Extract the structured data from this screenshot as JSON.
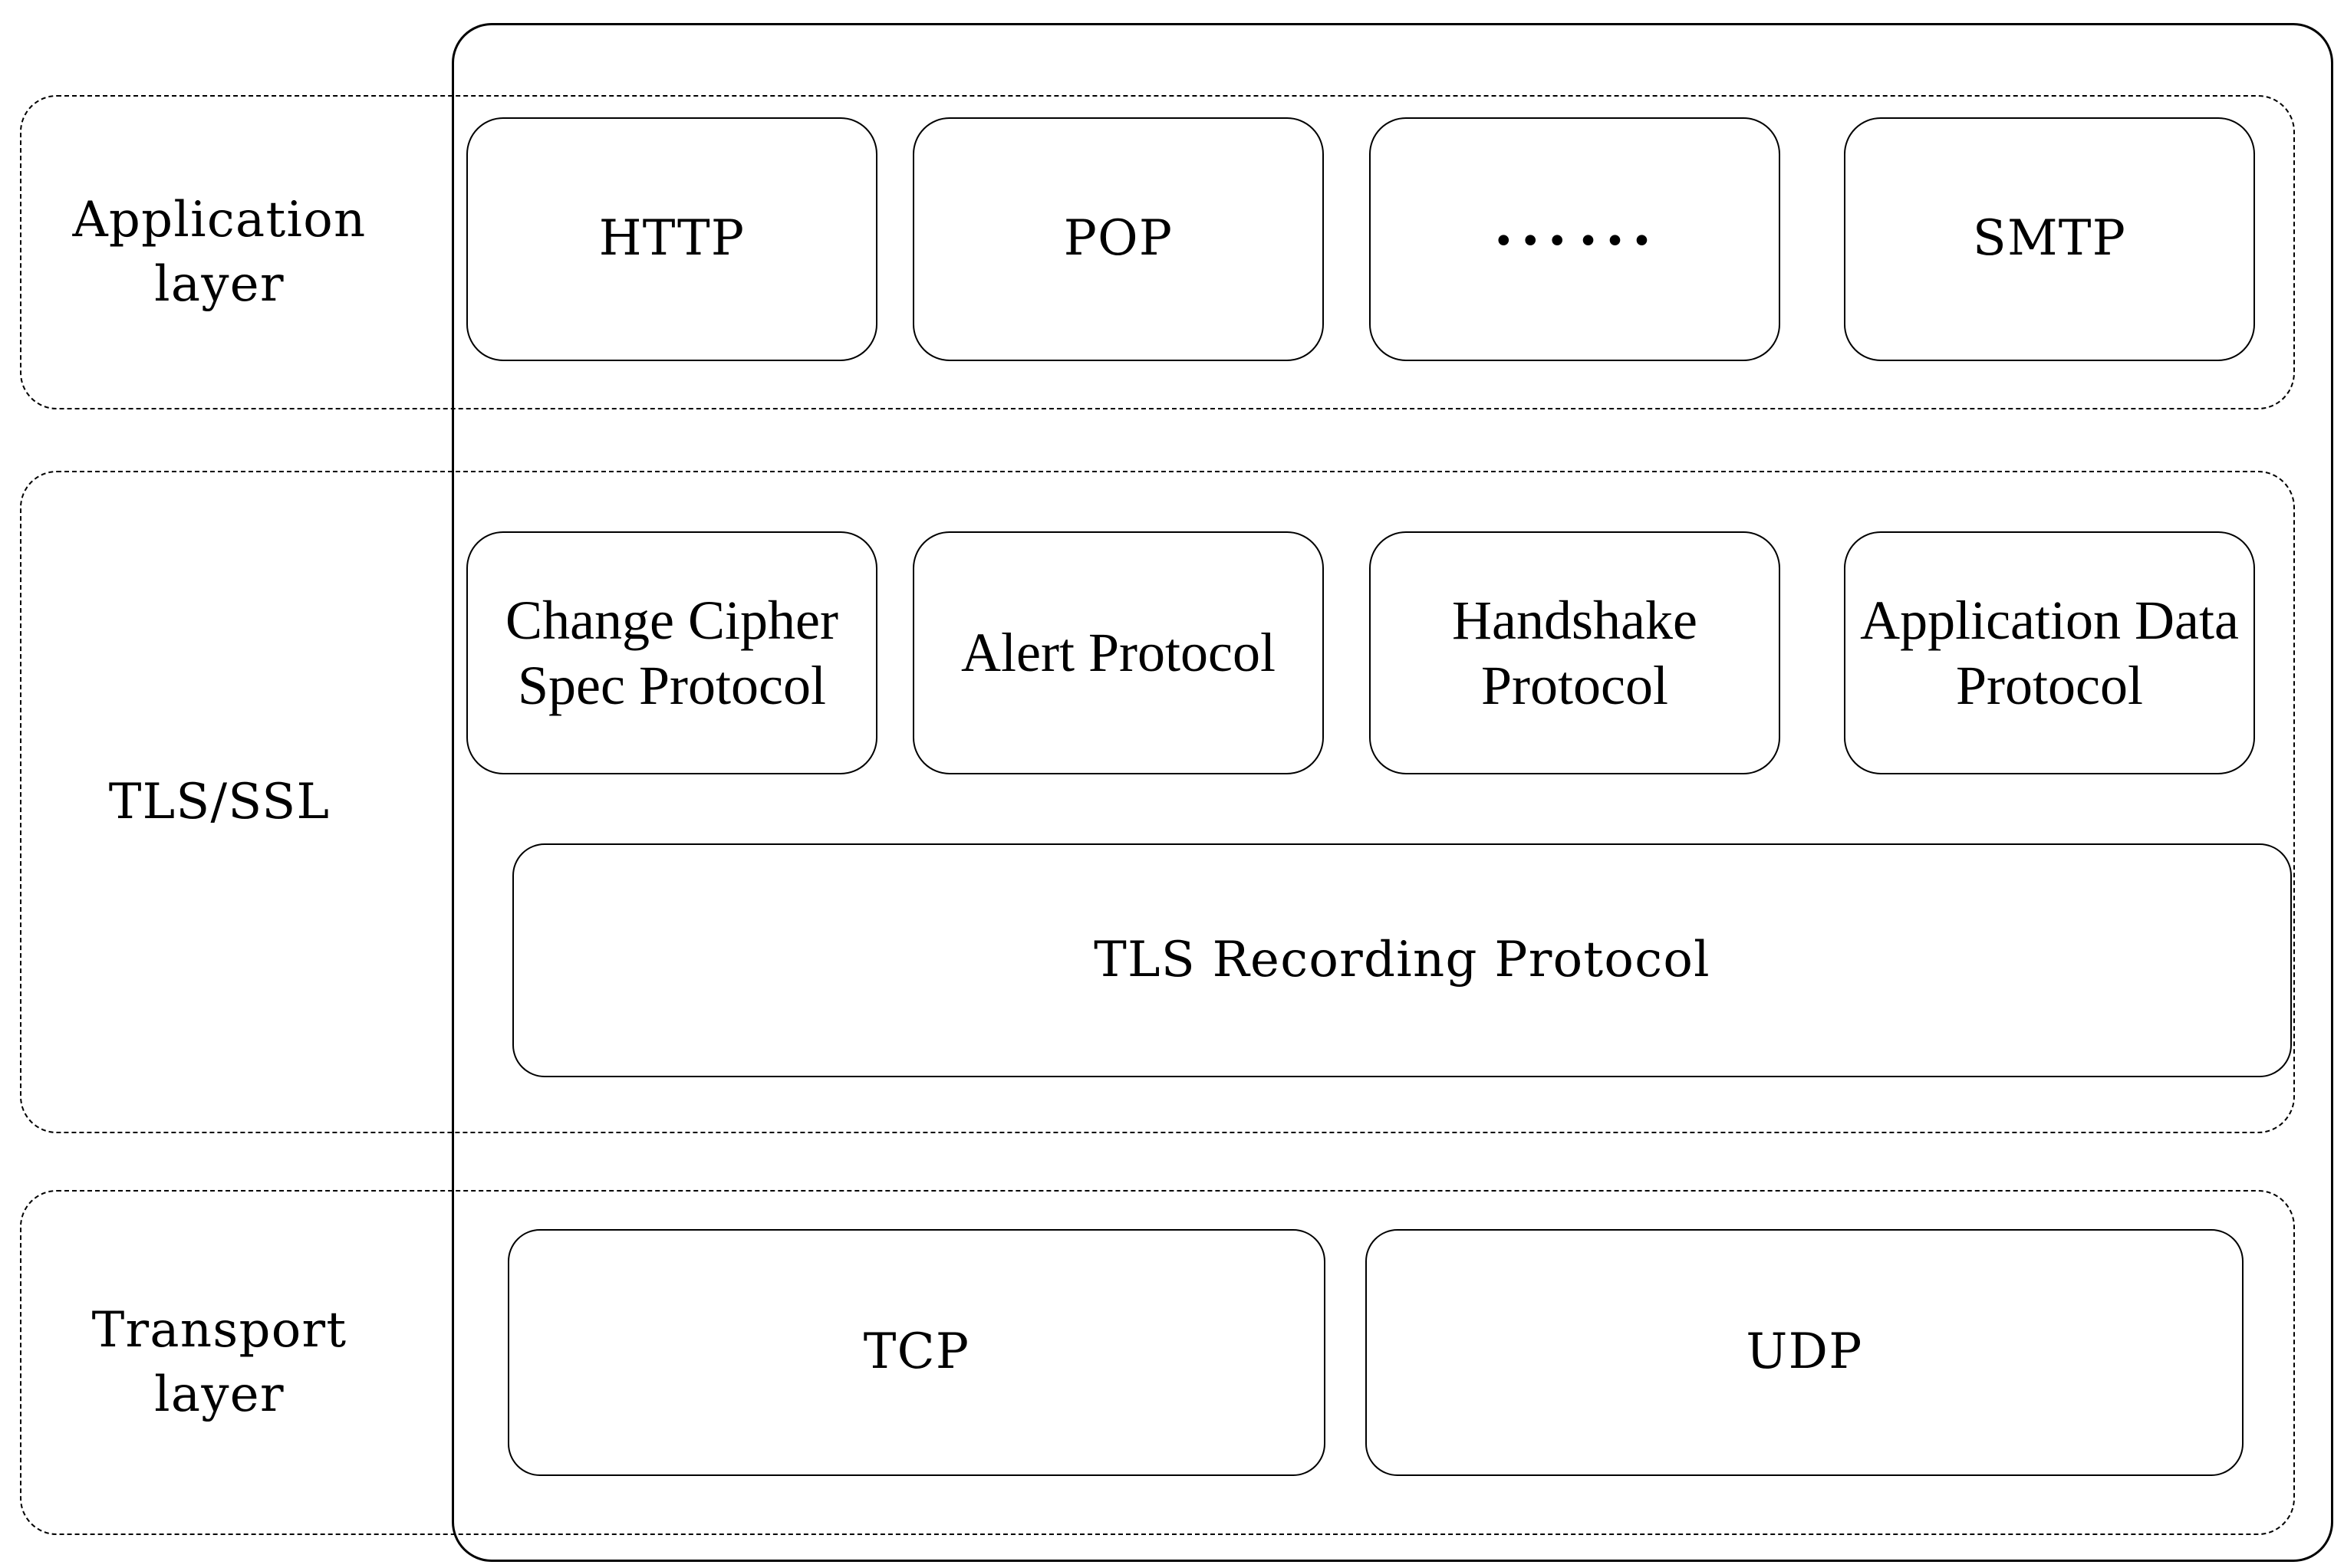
{
  "colors": {
    "line": "#000000",
    "background": "#ffffff",
    "text": "#000000"
  },
  "layers": [
    {
      "name": "application",
      "label_lines": [
        "Application",
        "layer"
      ]
    },
    {
      "name": "tls_ssl",
      "label_lines": [
        "TLS/SSL"
      ]
    },
    {
      "name": "transport",
      "label_lines": [
        "Transport",
        "layer"
      ]
    }
  ],
  "app_protocols": [
    "HTTP",
    "POP",
    "……",
    "SMTP"
  ],
  "tls_protocols": [
    [
      "Change Cipher",
      "Spec Protocol"
    ],
    [
      "Alert Protocol"
    ],
    [
      "Handshake",
      "Protocol"
    ],
    [
      "Application Data",
      "Protocol"
    ]
  ],
  "record_protocol": "TLS Recording Protocol",
  "transport_protocols": [
    "TCP",
    "UDP"
  ]
}
